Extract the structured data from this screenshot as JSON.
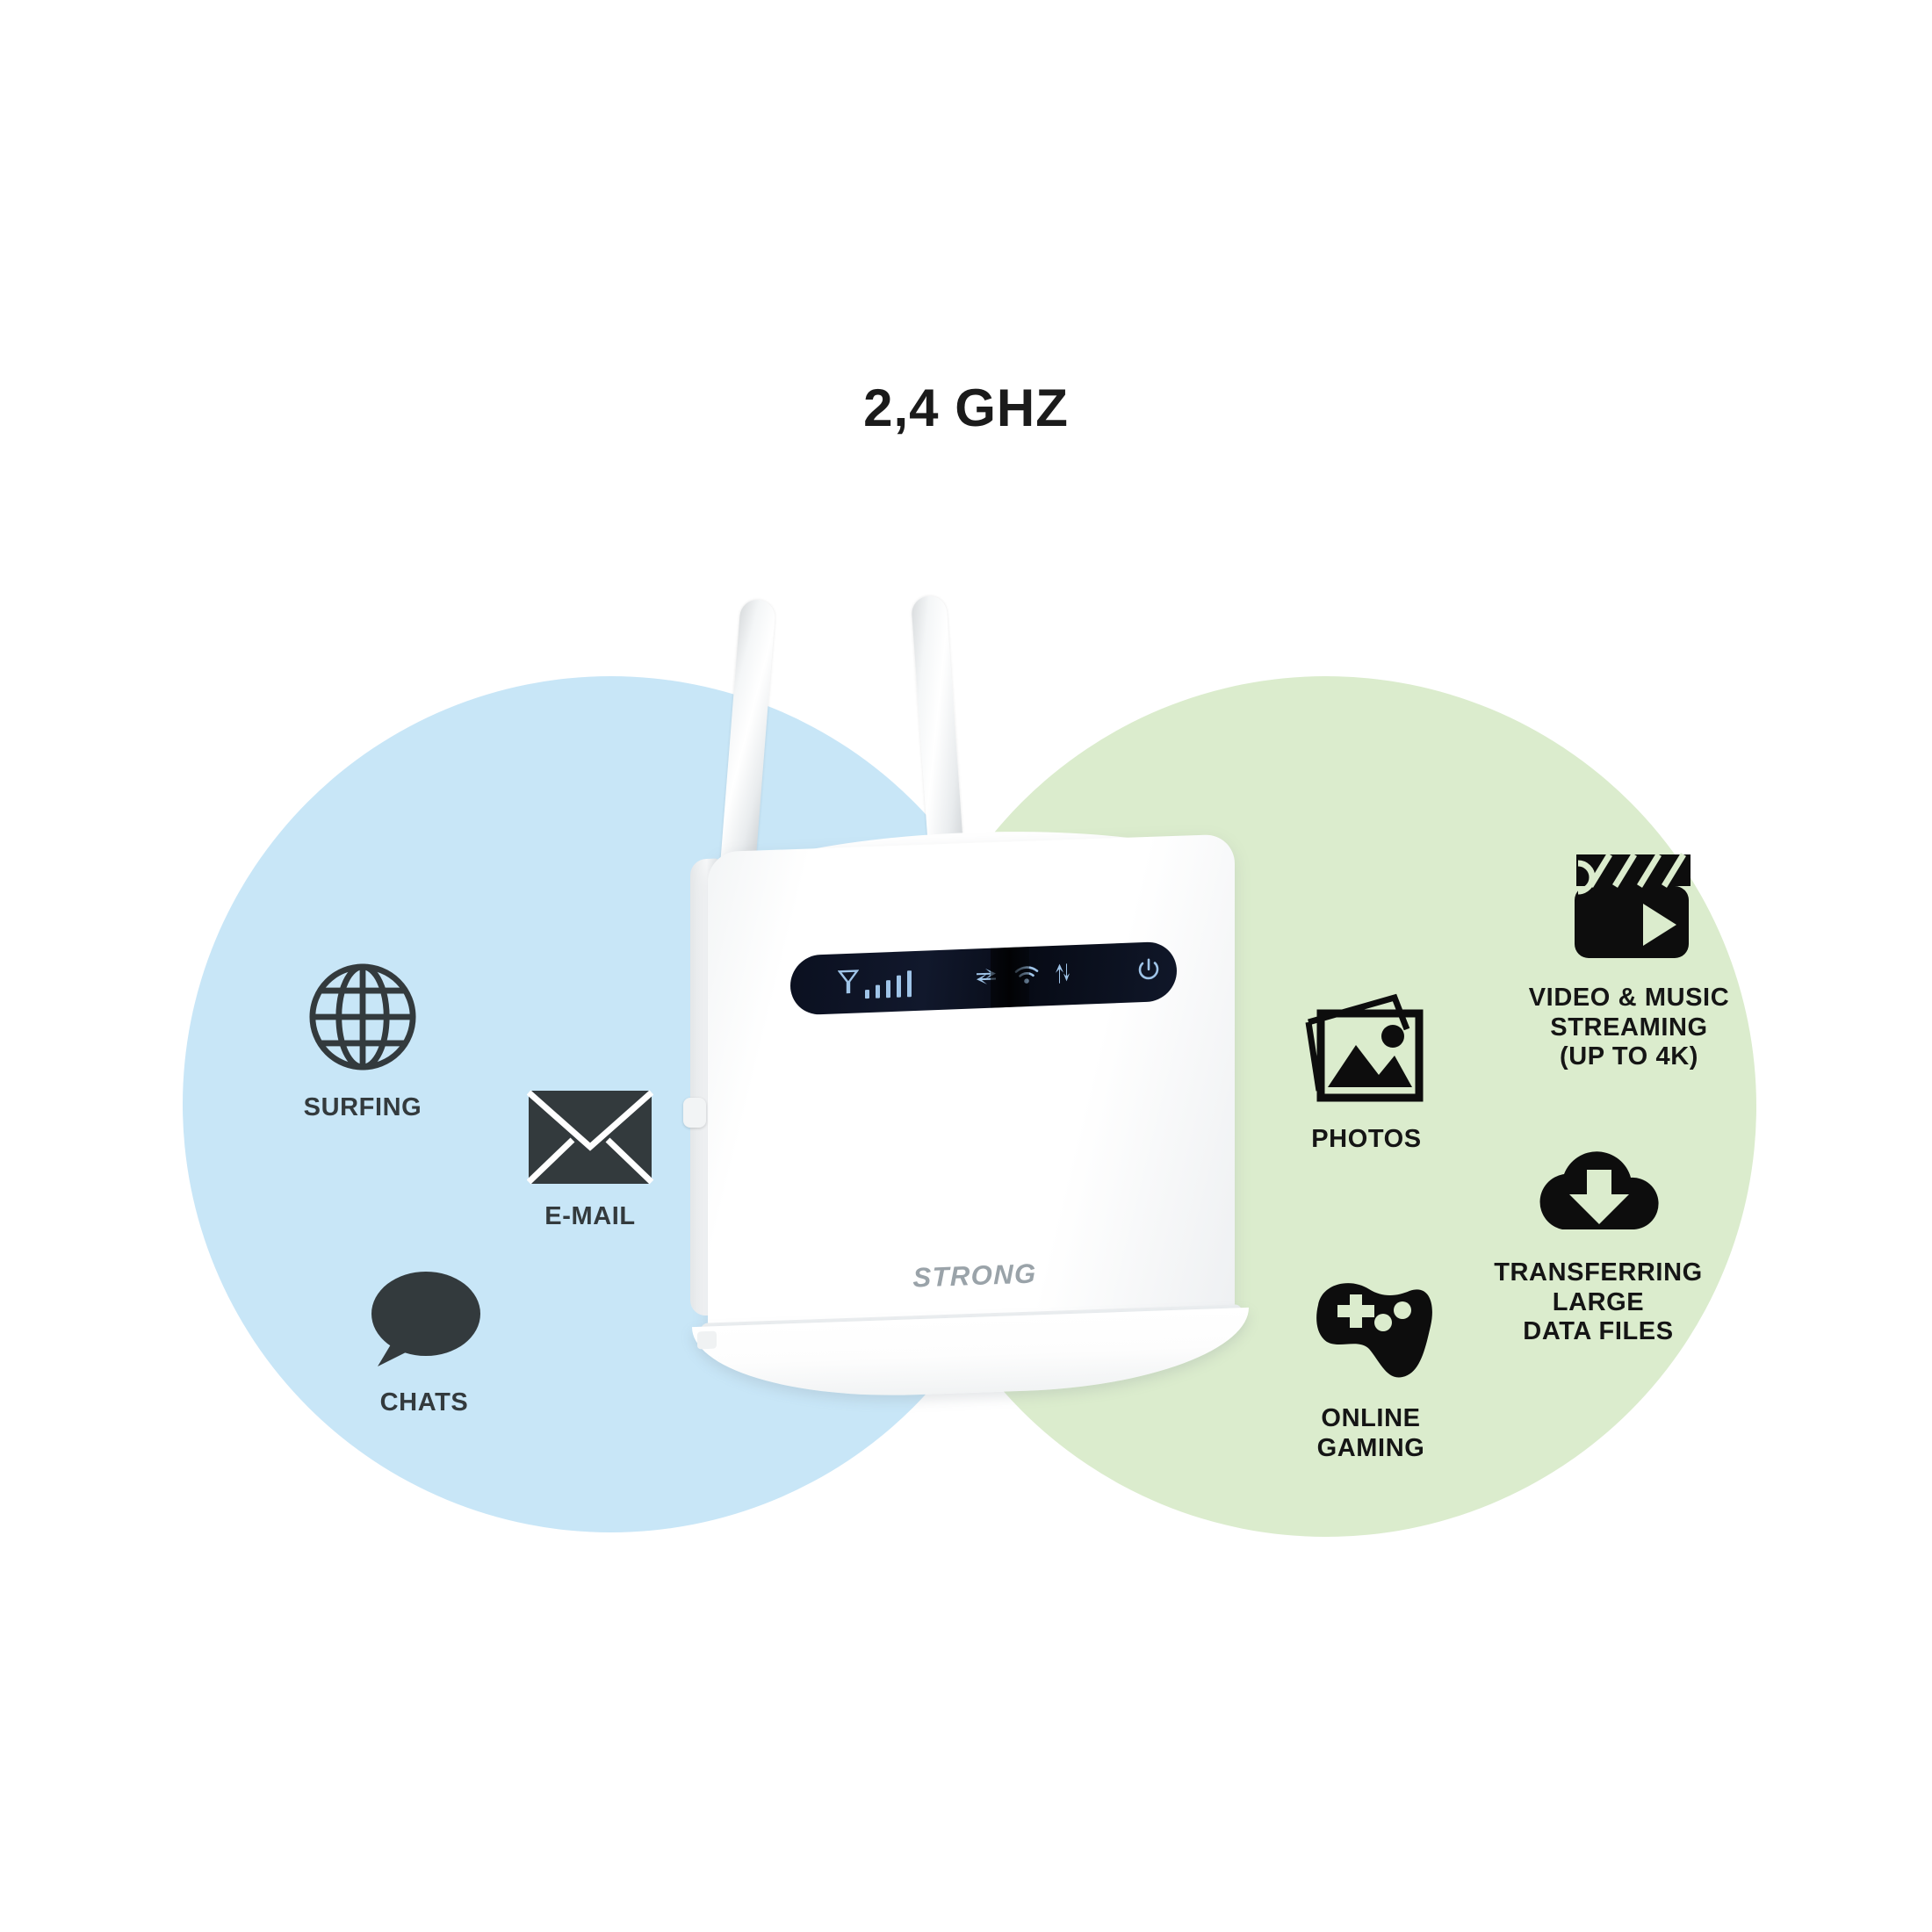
{
  "title": "2,4 GHZ",
  "colors": {
    "blue_circle": "#c8e6f7",
    "green_circle": "#dbeccd",
    "left_label_text": "#333a3d",
    "right_label_text": "#151515",
    "title_text": "#1b1b1b",
    "led_bar": "#0b1020",
    "led_glyph": "#9fc4e8",
    "logo_text": "#9aa3a9"
  },
  "left_group": {
    "background_color": "#c8e6f7",
    "features": [
      {
        "icon": "globe-icon",
        "label": "SURFING"
      },
      {
        "icon": "envelope-icon",
        "label": "E-MAIL"
      },
      {
        "icon": "speech-bubble-icon",
        "label": "CHATS"
      }
    ]
  },
  "right_group": {
    "background_color": "#dbeccd",
    "features": [
      {
        "icon": "photos-icon",
        "label": "PHOTOS"
      },
      {
        "icon": "clapperboard-icon",
        "label": "VIDEO & MUSIC\nSTREAMING\n(UP TO 4K)"
      },
      {
        "icon": "cloud-download-icon",
        "label": "TRANSFERRING\nLARGE\nDATA FILES"
      },
      {
        "icon": "gamepad-icon",
        "label": "ONLINE\nGAMING"
      }
    ]
  },
  "router": {
    "brand_logo": "STRONG",
    "antenna_count": 2,
    "led_indicators": [
      {
        "icon": "antenna-signal-icon",
        "name": "signal-strength"
      },
      {
        "icon": "signal-bars-icon",
        "name": "signal-bars",
        "bars": 5
      },
      {
        "icon": "lan-arrows-icon",
        "name": "lan-activity"
      },
      {
        "icon": "wifi-icon",
        "name": "wifi"
      },
      {
        "icon": "data-arrows-icon",
        "name": "data-transfer"
      },
      {
        "icon": "power-icon",
        "name": "power"
      }
    ]
  }
}
